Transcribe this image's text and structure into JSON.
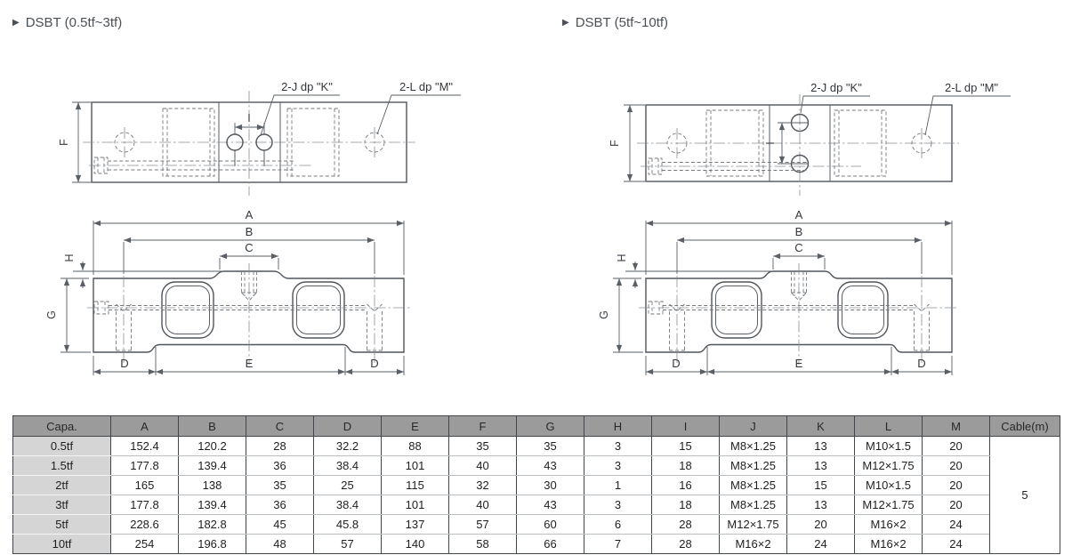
{
  "bullet": "▶",
  "panels": [
    {
      "title": "DSBT (0.5tf~3tf)"
    },
    {
      "title": "DSBT (5tf~10tf)"
    }
  ],
  "drawing_labels": {
    "a": "A",
    "b": "B",
    "c": "C",
    "d": "D",
    "e": "E",
    "f": "F",
    "g": "G",
    "h": "H",
    "i": "I",
    "hole_j": "2-J dp \"K\"",
    "hole_l": "2-L dp \"M\""
  },
  "table": {
    "headers": [
      "Capa.",
      "A",
      "B",
      "C",
      "D",
      "E",
      "F",
      "G",
      "H",
      "I",
      "J",
      "K",
      "L",
      "M",
      "Cable(m)"
    ],
    "rows": [
      {
        "capa": "0.5tf",
        "values": [
          "152.4",
          "120.2",
          "28",
          "32.2",
          "88",
          "35",
          "35",
          "3",
          "15",
          "M8×1.25",
          "13",
          "M10×1.5",
          "20"
        ]
      },
      {
        "capa": "1.5tf",
        "values": [
          "177.8",
          "139.4",
          "36",
          "38.4",
          "101",
          "40",
          "43",
          "3",
          "18",
          "M8×1.25",
          "13",
          "M12×1.75",
          "20"
        ]
      },
      {
        "capa": "2tf",
        "values": [
          "165",
          "138",
          "35",
          "25",
          "115",
          "32",
          "30",
          "1",
          "16",
          "M8×1.25",
          "15",
          "M10×1.5",
          "20"
        ]
      },
      {
        "capa": "3tf",
        "values": [
          "177.8",
          "139.4",
          "36",
          "38.4",
          "101",
          "40",
          "43",
          "3",
          "18",
          "M8×1.25",
          "13",
          "M12×1.75",
          "20"
        ]
      },
      {
        "capa": "5tf",
        "values": [
          "228.6",
          "182.8",
          "45",
          "45.8",
          "137",
          "57",
          "60",
          "6",
          "28",
          "M12×1.75",
          "20",
          "M16×2",
          "24"
        ]
      },
      {
        "capa": "10tf",
        "values": [
          "254",
          "196.8",
          "48",
          "57",
          "140",
          "58",
          "66",
          "7",
          "28",
          "M16×2",
          "24",
          "M16×2",
          "24"
        ]
      }
    ],
    "cable_value": "5"
  },
  "colors": {
    "header_bg": "#9b9b9b",
    "capa_col_bg": "#d5d5d5",
    "table_border": "#43474c",
    "line": "#50555b",
    "title_text": "#4b5056"
  }
}
